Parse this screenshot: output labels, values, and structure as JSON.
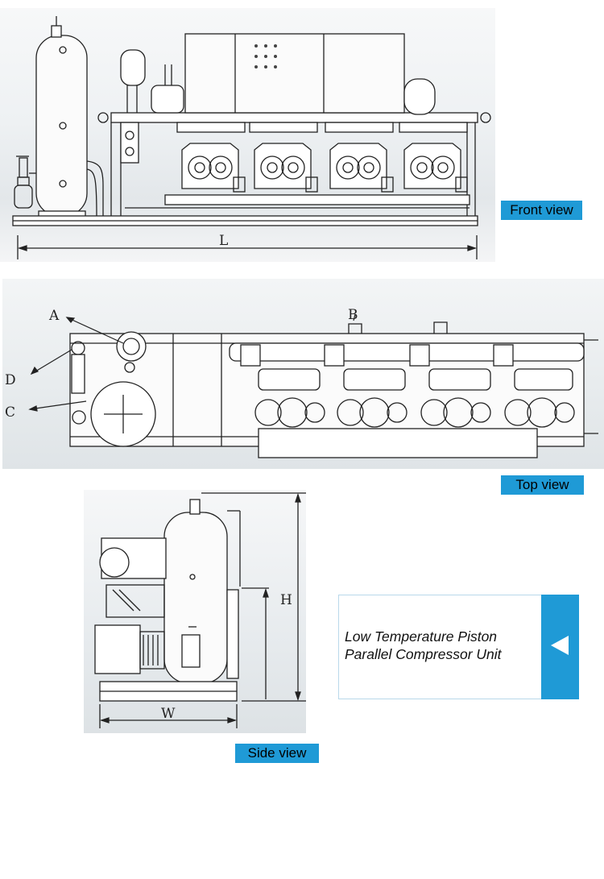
{
  "front_view": {
    "label": "Front view",
    "dimension_label": "L"
  },
  "top_view": {
    "label": "Top view",
    "callouts": {
      "a": "A",
      "b": "B",
      "c": "C",
      "d": "D"
    }
  },
  "side_view": {
    "label": "Side view",
    "height_label": "H",
    "width_label": "W"
  },
  "product": {
    "title": "Low Temperature Piston Parallel Compressor Unit",
    "arrow_icon": "triangle-left-icon"
  },
  "colors": {
    "accent": "#1f9ad6",
    "line": "#222222"
  }
}
